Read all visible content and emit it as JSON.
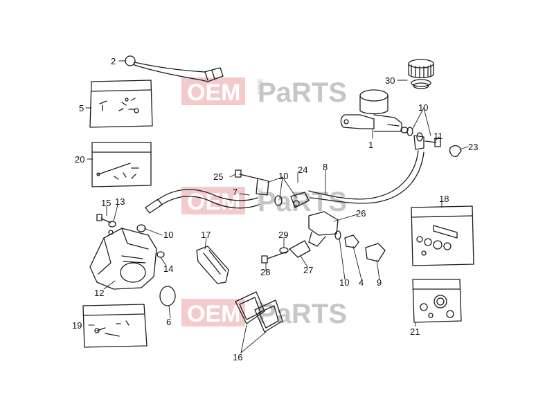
{
  "watermark": {
    "oem": "OEM",
    "bike": "BIKE",
    "parts": "PaRTS",
    "colors": {
      "red": "#e44b4b",
      "grey": "#b9b9b9",
      "light": "#f3c9c9"
    }
  },
  "callouts": {
    "c1": "1",
    "c2": "2",
    "c4": "4",
    "c5": "5",
    "c6": "6",
    "c7": "7",
    "c8": "8",
    "c9": "9",
    "c10a": "10",
    "c10b": "10",
    "c10c": "10",
    "c10d": "10",
    "c11": "11",
    "c12": "12",
    "c13": "13",
    "c14": "14",
    "c15": "15",
    "c16": "16",
    "c17": "17",
    "c18": "18",
    "c19": "19",
    "c20": "20",
    "c21": "21",
    "c23": "23",
    "c24": "24",
    "c25": "25",
    "c26": "26",
    "c27": "27",
    "c28": "28",
    "c29": "29",
    "c30": "30"
  },
  "colors": {
    "ink": "#1a1a1a",
    "paper": "#ffffff"
  }
}
